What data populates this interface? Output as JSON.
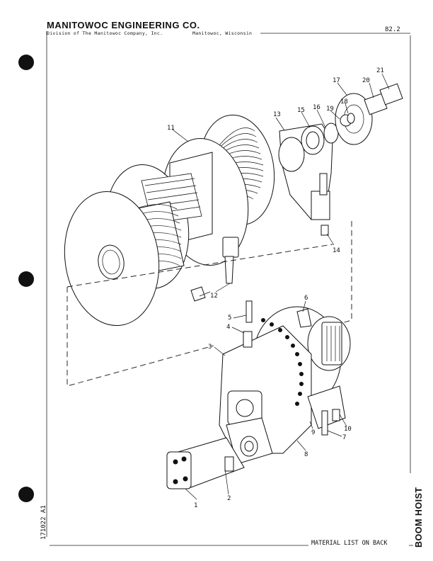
{
  "header": {
    "company": "MANITOWOC ENGINEERING CO.",
    "division": "Division of The Manitowoc Company, Inc.",
    "location": "Manitowoc, Wisconsin",
    "page_number": "82.2"
  },
  "margin": {
    "doc_code": "171022 A1",
    "section_title": "BOOM HOIST"
  },
  "footer": {
    "note": "MATERIAL LIST ON BACK"
  },
  "callouts": [
    "1",
    "2",
    "3",
    "4",
    "5",
    "6",
    "7",
    "8",
    "9",
    "10",
    "11",
    "12",
    "13",
    "14",
    "15",
    "16",
    "17",
    "18",
    "19",
    "20",
    "21"
  ]
}
